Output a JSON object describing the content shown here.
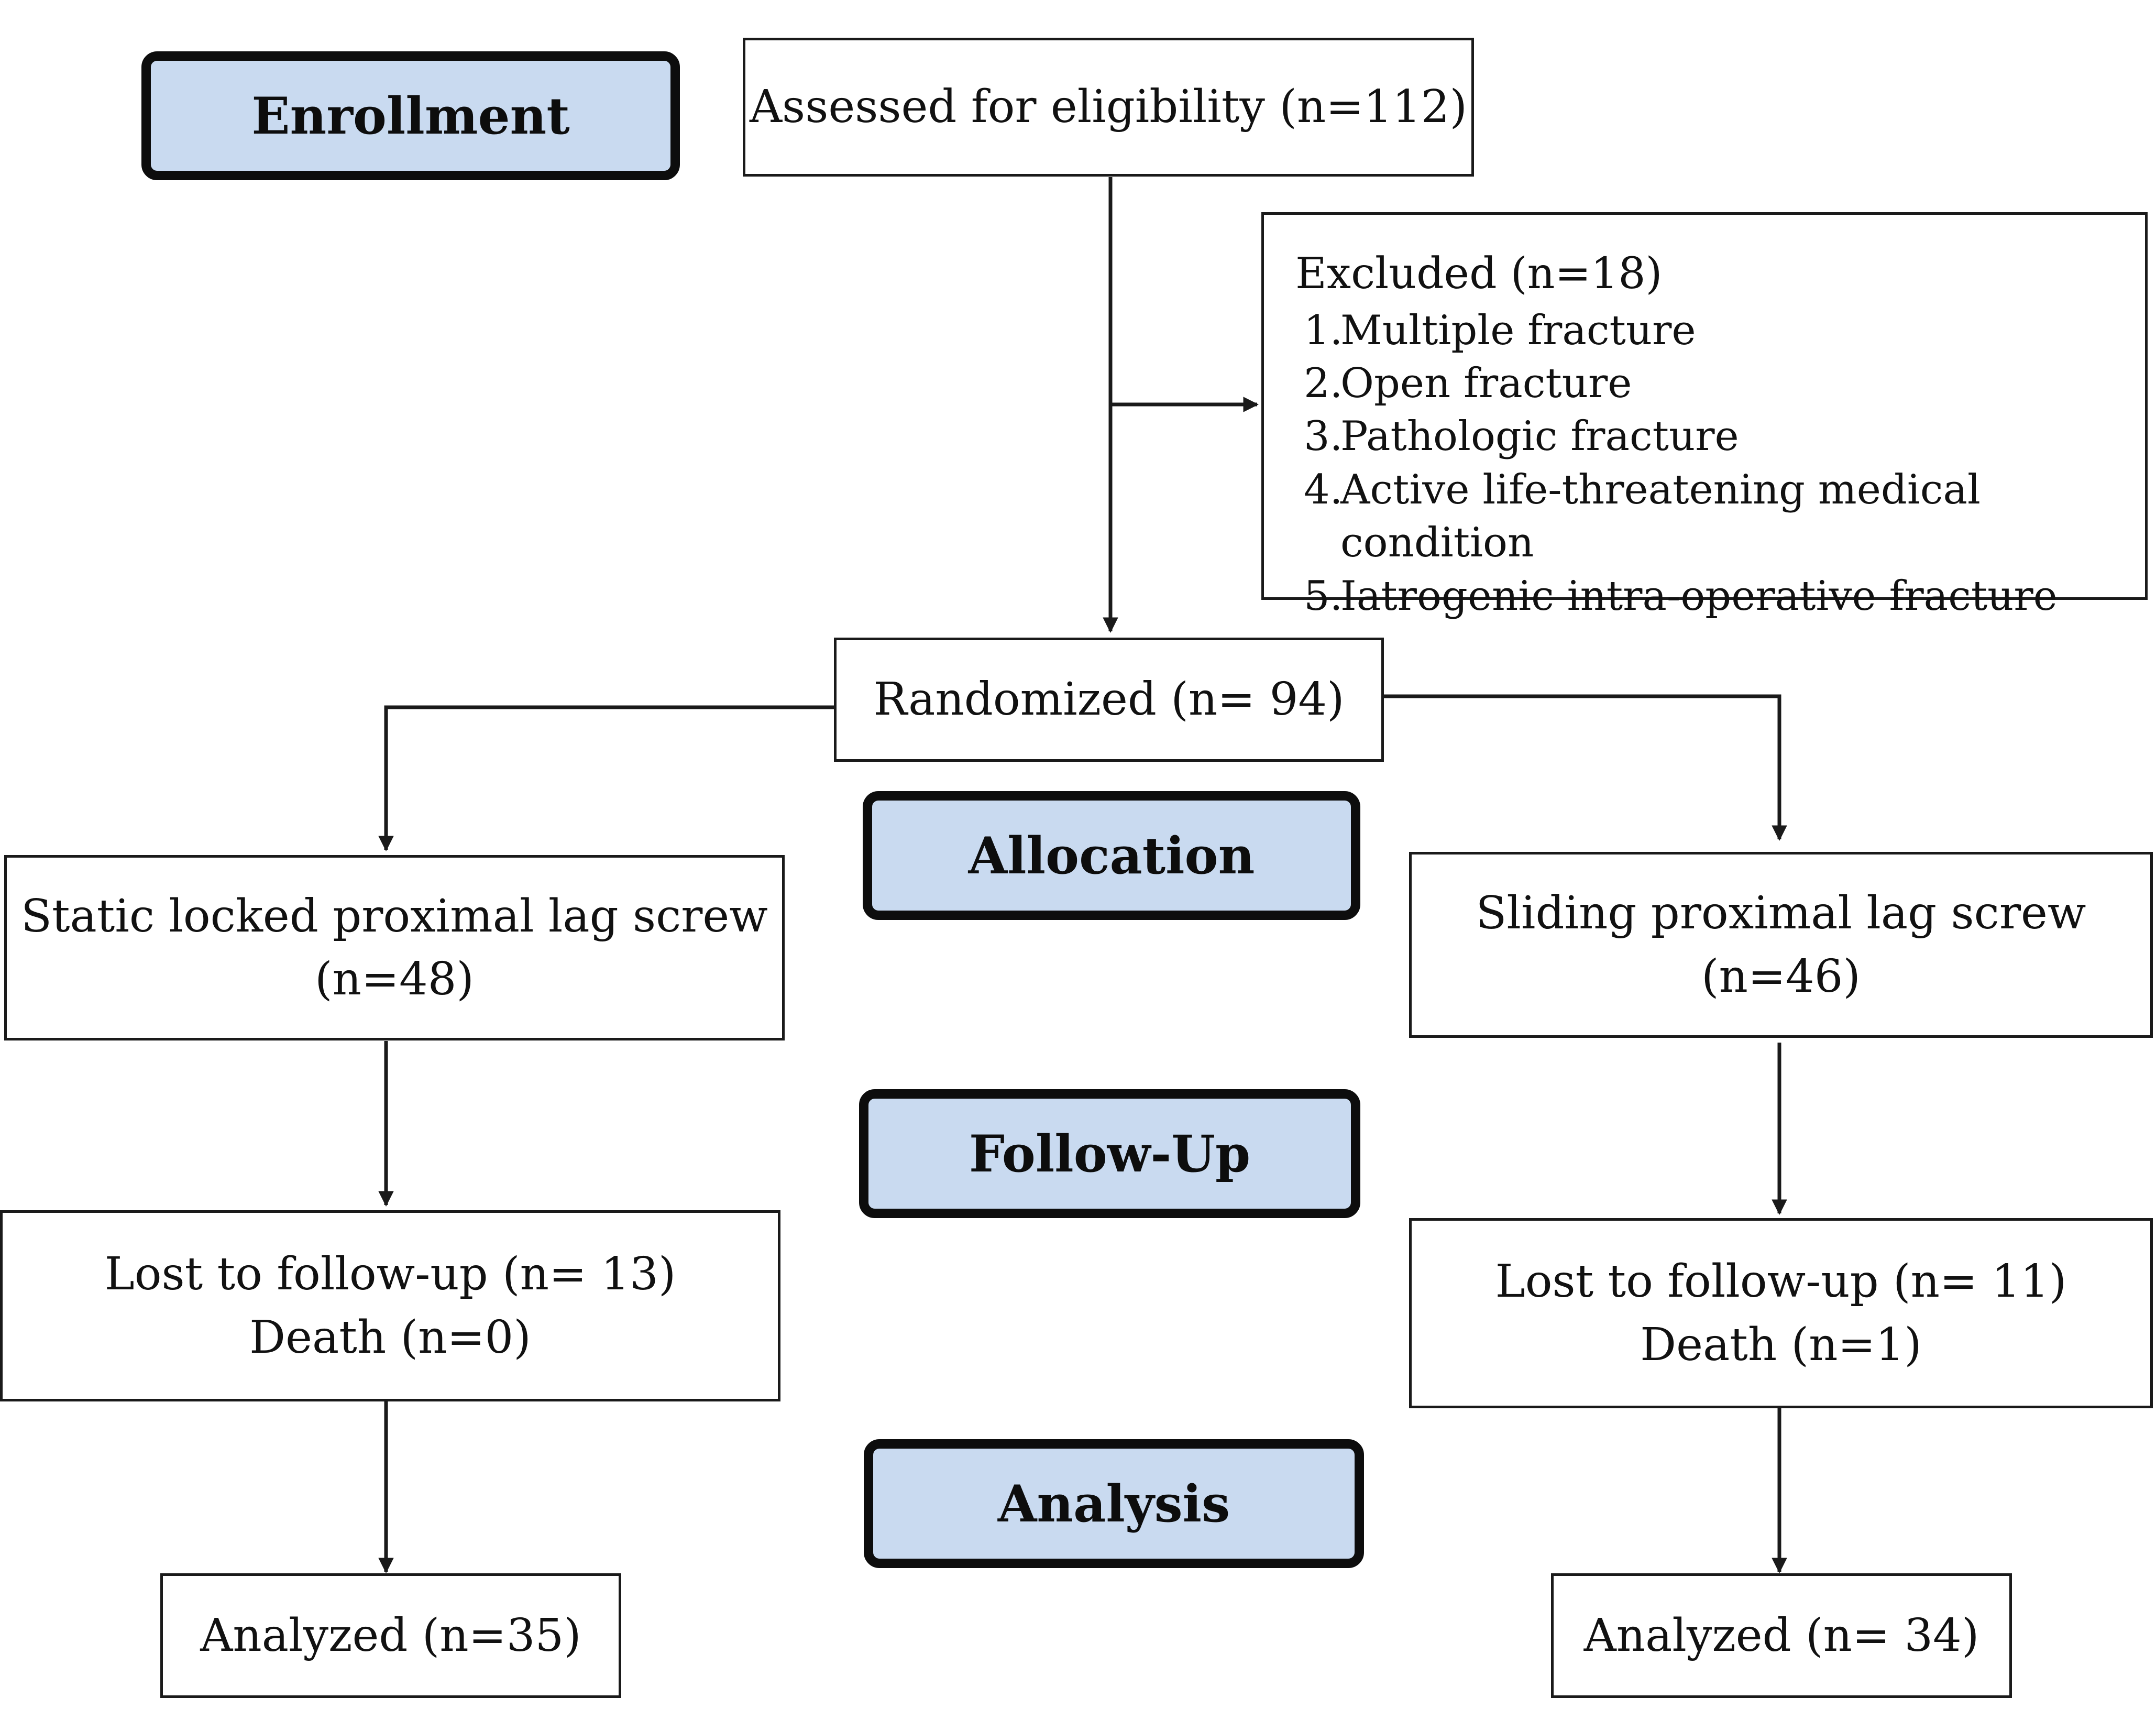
{
  "stages": {
    "enrollment": "Enrollment",
    "allocation": "Allocation",
    "follow_up": "Follow-Up",
    "analysis": "Analysis"
  },
  "assessed": "Assessed for eligibility (n=112)",
  "excluded": {
    "title": "Excluded (n=18)",
    "reasons": [
      {
        "num": "1.",
        "text": "Multiple fracture"
      },
      {
        "num": "2.",
        "text": "Open fracture"
      },
      {
        "num": "3.",
        "text": "Pathologic fracture"
      },
      {
        "num": "4.",
        "text": "Active life-threatening medical condition"
      },
      {
        "num": "5.",
        "text": "Iatrogenic intra-operative fracture"
      }
    ]
  },
  "randomized": "Randomized (n= 94)",
  "left_arm": {
    "group": "Static locked proximal lag screw",
    "group_n": "(n=48)",
    "lost": "Lost to follow-up (n= 13)",
    "death": "Death (n=0)",
    "analyzed": "Analyzed (n=35)"
  },
  "right_arm": {
    "group": "Sliding proximal lag screw",
    "group_n": "(n=46)",
    "lost": "Lost to follow-up (n= 11)",
    "death": "Death (n=1)",
    "analyzed": "Analyzed (n= 34)"
  },
  "colors": {
    "stage_fill": "#c9daf0",
    "line": "#1a1a1a"
  }
}
